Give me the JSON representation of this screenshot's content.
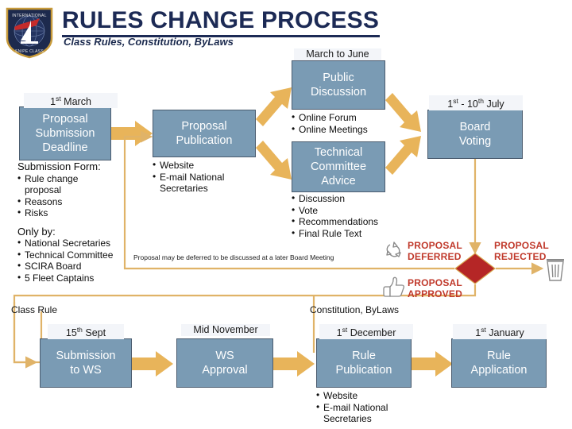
{
  "header": {
    "logo_alt": "snipe-class-shield-logo",
    "logo_top_text": "INTERNATIONAL",
    "logo_bottom_text": "SNIPE CLASS",
    "title": "RULES CHANGE PROCESS",
    "subtitle": "Class Rules, Constitution, ByLaws",
    "title_color": "#1c2a55"
  },
  "theme": {
    "box_fill": "#7a9bb4",
    "box_border": "#4a5b6e",
    "arrow_fill": "#e8b45a",
    "line": "#e0b368",
    "diamond_fill": "#b52626",
    "red_text": "#c0392b",
    "caption_bg": "#f3f5f9"
  },
  "boxes": {
    "proposal_submission_deadline": "Proposal\nSubmission\nDeadline",
    "proposal_publication": "Proposal\nPublication",
    "public_discussion": "Public\nDiscussion",
    "technical_committee_advice": "Technical\nCommittee\nAdvice",
    "board_voting": "Board\nVoting",
    "submission_to_ws": "Submission\nto WS",
    "ws_approval": "WS\nApproval",
    "rule_publication": "Rule\nPublication",
    "rule_application": "Rule\nApplication"
  },
  "captions": {
    "first_march": "1st March",
    "march_to_june": "March to June",
    "first_tenth_july": "1st - 10th July",
    "fifteenth_sept": "15th Sept",
    "mid_november": "Mid November",
    "first_december": "1st December",
    "first_january": "1st January"
  },
  "caption_parts": {
    "first_march": {
      "num": "1",
      "sup": "st",
      "rest": " March"
    },
    "first_tenth_july": {
      "a_num": "1",
      "a_sup": "st",
      "dash": " - ",
      "b_num": "10",
      "b_sup": "th",
      "rest": " July"
    },
    "fifteenth_sept": {
      "num": "15",
      "sup": "th",
      "rest": " Sept"
    },
    "first_december": {
      "num": "1",
      "sup": "st",
      "rest": " December"
    },
    "first_january": {
      "num": "1",
      "sup": "st",
      "rest": " January"
    }
  },
  "bullets": {
    "submission_form_heading": "Submission Form:",
    "submission_form_items": [
      "Rule change\n  proposal",
      "Reasons",
      "Risks"
    ],
    "only_by_heading": "Only by:",
    "only_by_items": [
      "National Secretaries",
      "Technical Committee",
      "SCIRA Board",
      "5 Fleet Captains"
    ],
    "publication_items": [
      "Website",
      "E-mail National\n  Secretaries"
    ],
    "public_discussion_items": [
      "Online Forum",
      "Online Meetings"
    ],
    "technical_committee_items": [
      "Discussion",
      "Vote",
      "Recommendations",
      "Final Rule Text"
    ],
    "rule_publication_items": [
      "Website",
      "E-mail National\n  Secretaries"
    ]
  },
  "labels": {
    "deferred_note": "Proposal may be deferred to be discussed at a later Board Meeting",
    "class_rule": "Class Rule",
    "constitution_bylaws": "Constitution, ByLaws"
  },
  "outcomes": {
    "deferred": "PROPOSAL\nDEFERRED",
    "approved": "PROPOSAL\nAPPROVED",
    "rejected": "PROPOSAL\nREJECTED",
    "deferred_icon": "recycle-icon",
    "approved_icon": "thumbs-up-icon",
    "rejected_icon": "trash-can-icon",
    "decision_node": "decision-diamond"
  }
}
